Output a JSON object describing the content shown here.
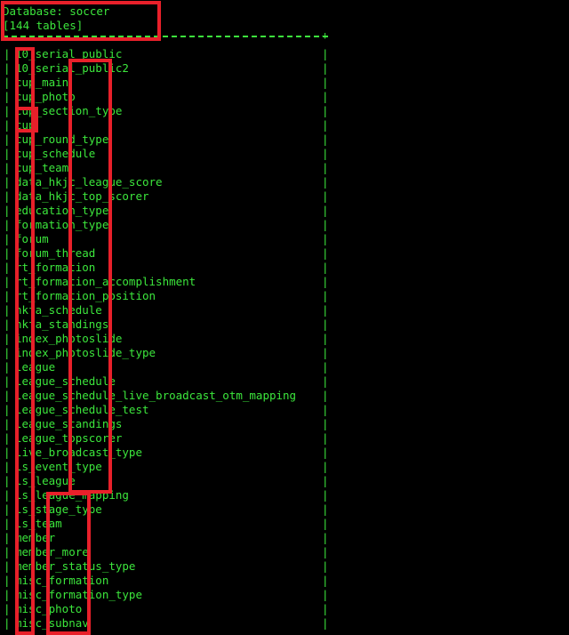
{
  "terminal": {
    "header_db": "Database: soccer",
    "header_count": "[144 tables]",
    "corner": "+",
    "bar": "|",
    "tables": [
      "10_serial_public",
      "10_serial_public2",
      "cup_main",
      "cup_photo",
      "cup_section_type",
      "cup",
      "cup_round_type",
      "cup_schedule",
      "cup_team",
      "data_hkjc_league_score",
      "data_hkjc_top_scorer",
      "education_type",
      "formation_type",
      "forum",
      "forum_thread",
      "rt_formation",
      "rt_formation_accomplishment",
      "rt_formation_position",
      "hkfa_schedule",
      "hkfa_standings",
      "index_photoslide",
      "index_photoslide_type",
      "league",
      "league_schedule",
      "league_schedule_live_broadcast_otm_mapping",
      "league_schedule_test",
      "league_standings",
      "league_topscorer",
      "live_broadcast_type",
      "ls_event_type",
      "ls_league",
      "ls_league_mapping",
      "ls_stage_type",
      "ls_team",
      "member",
      "member_more",
      "member_status_type",
      "misc_formation",
      "misc_formation_type",
      "misc_photo",
      "misc_subnav"
    ]
  },
  "colors": {
    "background": "#000000",
    "text": "#3ce63c",
    "highlight": "#e8202a"
  }
}
